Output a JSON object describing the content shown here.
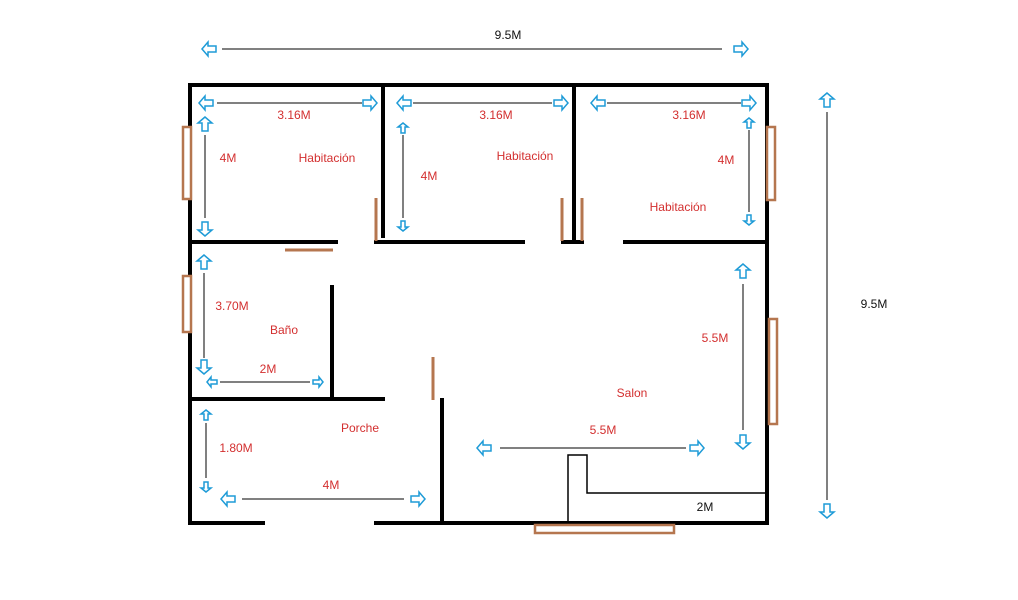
{
  "diagram": {
    "overall_width": "9.5M",
    "overall_height": "9.5M",
    "rooms": {
      "room1": {
        "name": "Habitación",
        "width": "3.16M",
        "height": "4M"
      },
      "room2": {
        "name": "Habitación",
        "width": "3.16M",
        "height": "4M"
      },
      "room3": {
        "name": "Habitación",
        "width": "3.16M",
        "height": "4M"
      },
      "bathroom": {
        "name": "Baño",
        "width": "2M",
        "height": "3.70M"
      },
      "porch": {
        "name": "Porche",
        "width": "4M",
        "height": "1.80M"
      },
      "living": {
        "name": "Salon",
        "width": "5.5M",
        "height": "5.5M"
      },
      "kitchen": {
        "width": "2M"
      }
    },
    "colors": {
      "walls": "#000000",
      "labels": "#d32f2f",
      "dimension_arrows": "#1e9bd7",
      "doors_windows": "#b5764f"
    }
  }
}
